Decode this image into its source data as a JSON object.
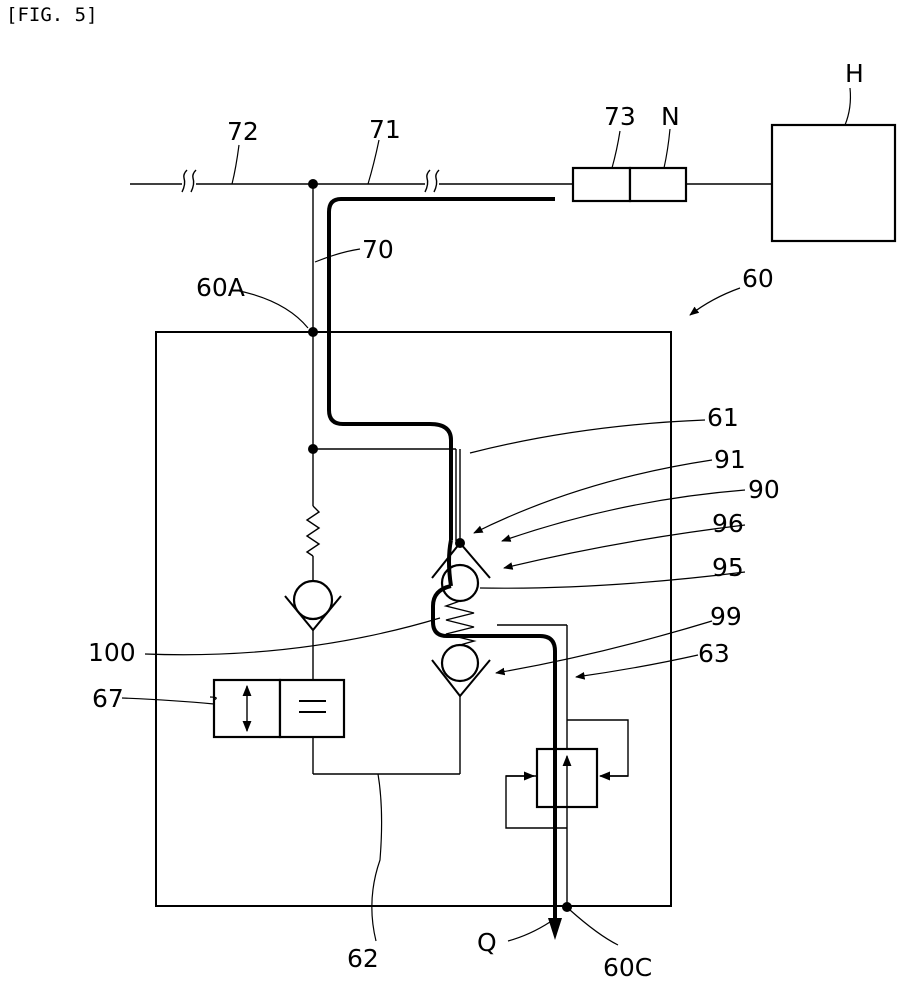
{
  "figure": {
    "caption": "[FIG. 5]",
    "labels": {
      "l72": "72",
      "l71": "71",
      "l73": "73",
      "lN": "N",
      "lH": "H",
      "l70": "70",
      "l60A": "60A",
      "l60": "60",
      "l61": "61",
      "l91": "91",
      "l90": "90",
      "l96": "96",
      "l95": "95",
      "l99": "99",
      "l100": "100",
      "l63": "63",
      "l67": "67",
      "l62": "62",
      "lQ": "Q",
      "l60C": "60C"
    }
  }
}
